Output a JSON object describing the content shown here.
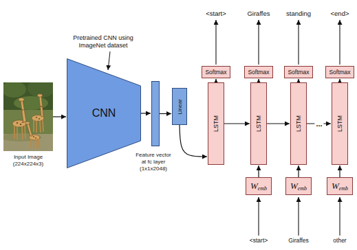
{
  "diagram": {
    "nodes": [
      {
        "text": [
          "Input Image (224x224x3)"
        ]
      },
      {
        "text": [
          "CNN"
        ]
      },
      {
        "text": [
          "Feature vector at fc layer (1x1x2048)"
        ]
      },
      {
        "text": [
          "Linear"
        ]
      },
      {
        "text": [
          "Softmax"
        ]
      },
      {
        "text": [
          "LSTM"
        ]
      },
      {
        "text": [
          "Softmax"
        ]
      },
      {
        "text": [
          "LSTM"
        ]
      },
      {
        "text": [
          "W",
          "emb"
        ]
      },
      {
        "text": [
          "Softmax"
        ]
      },
      {
        "text": [
          "LSTM"
        ]
      },
      {
        "text": [
          "W",
          "emb"
        ]
      },
      {
        "text": [
          "Softmax"
        ]
      },
      {
        "text": [
          "LSTM"
        ]
      },
      {
        "text": [
          "W",
          "emb"
        ]
      }
    ],
    "edges": [
      {
        "from": 0,
        "to": 1,
        "arrow": "to"
      },
      {
        "from": 1,
        "to": 2,
        "arrow": "to"
      },
      {
        "from": 2,
        "to": 3,
        "arrow": "to"
      },
      {
        "from": 3,
        "to": 5,
        "arrow": "to"
      },
      {
        "from": 5,
        "to": 7,
        "arrow": "to"
      },
      {
        "from": 7,
        "to": 10,
        "arrow": "to"
      },
      {
        "from": 10,
        "to": 13,
        "label": "...",
        "arrow": "to"
      },
      {
        "from": 5,
        "to": 4,
        "arrow": "to"
      },
      {
        "from": 7,
        "to": 6,
        "arrow": "to"
      },
      {
        "from": 10,
        "to": 9,
        "arrow": "to"
      },
      {
        "from": 13,
        "to": 12,
        "arrow": "to"
      },
      {
        "from": 8,
        "to": 7,
        "arrow": "to"
      },
      {
        "from": 11,
        "to": 10,
        "arrow": "to"
      },
      {
        "from": 14,
        "to": 13,
        "arrow": "to"
      }
    ],
    "labels": [
      "Pretrained CNN using ImageNet dataset",
      "<start>",
      "Giraffes",
      "standing",
      "<end>",
      "<start>",
      "Giraffes",
      "other"
    ]
  }
}
